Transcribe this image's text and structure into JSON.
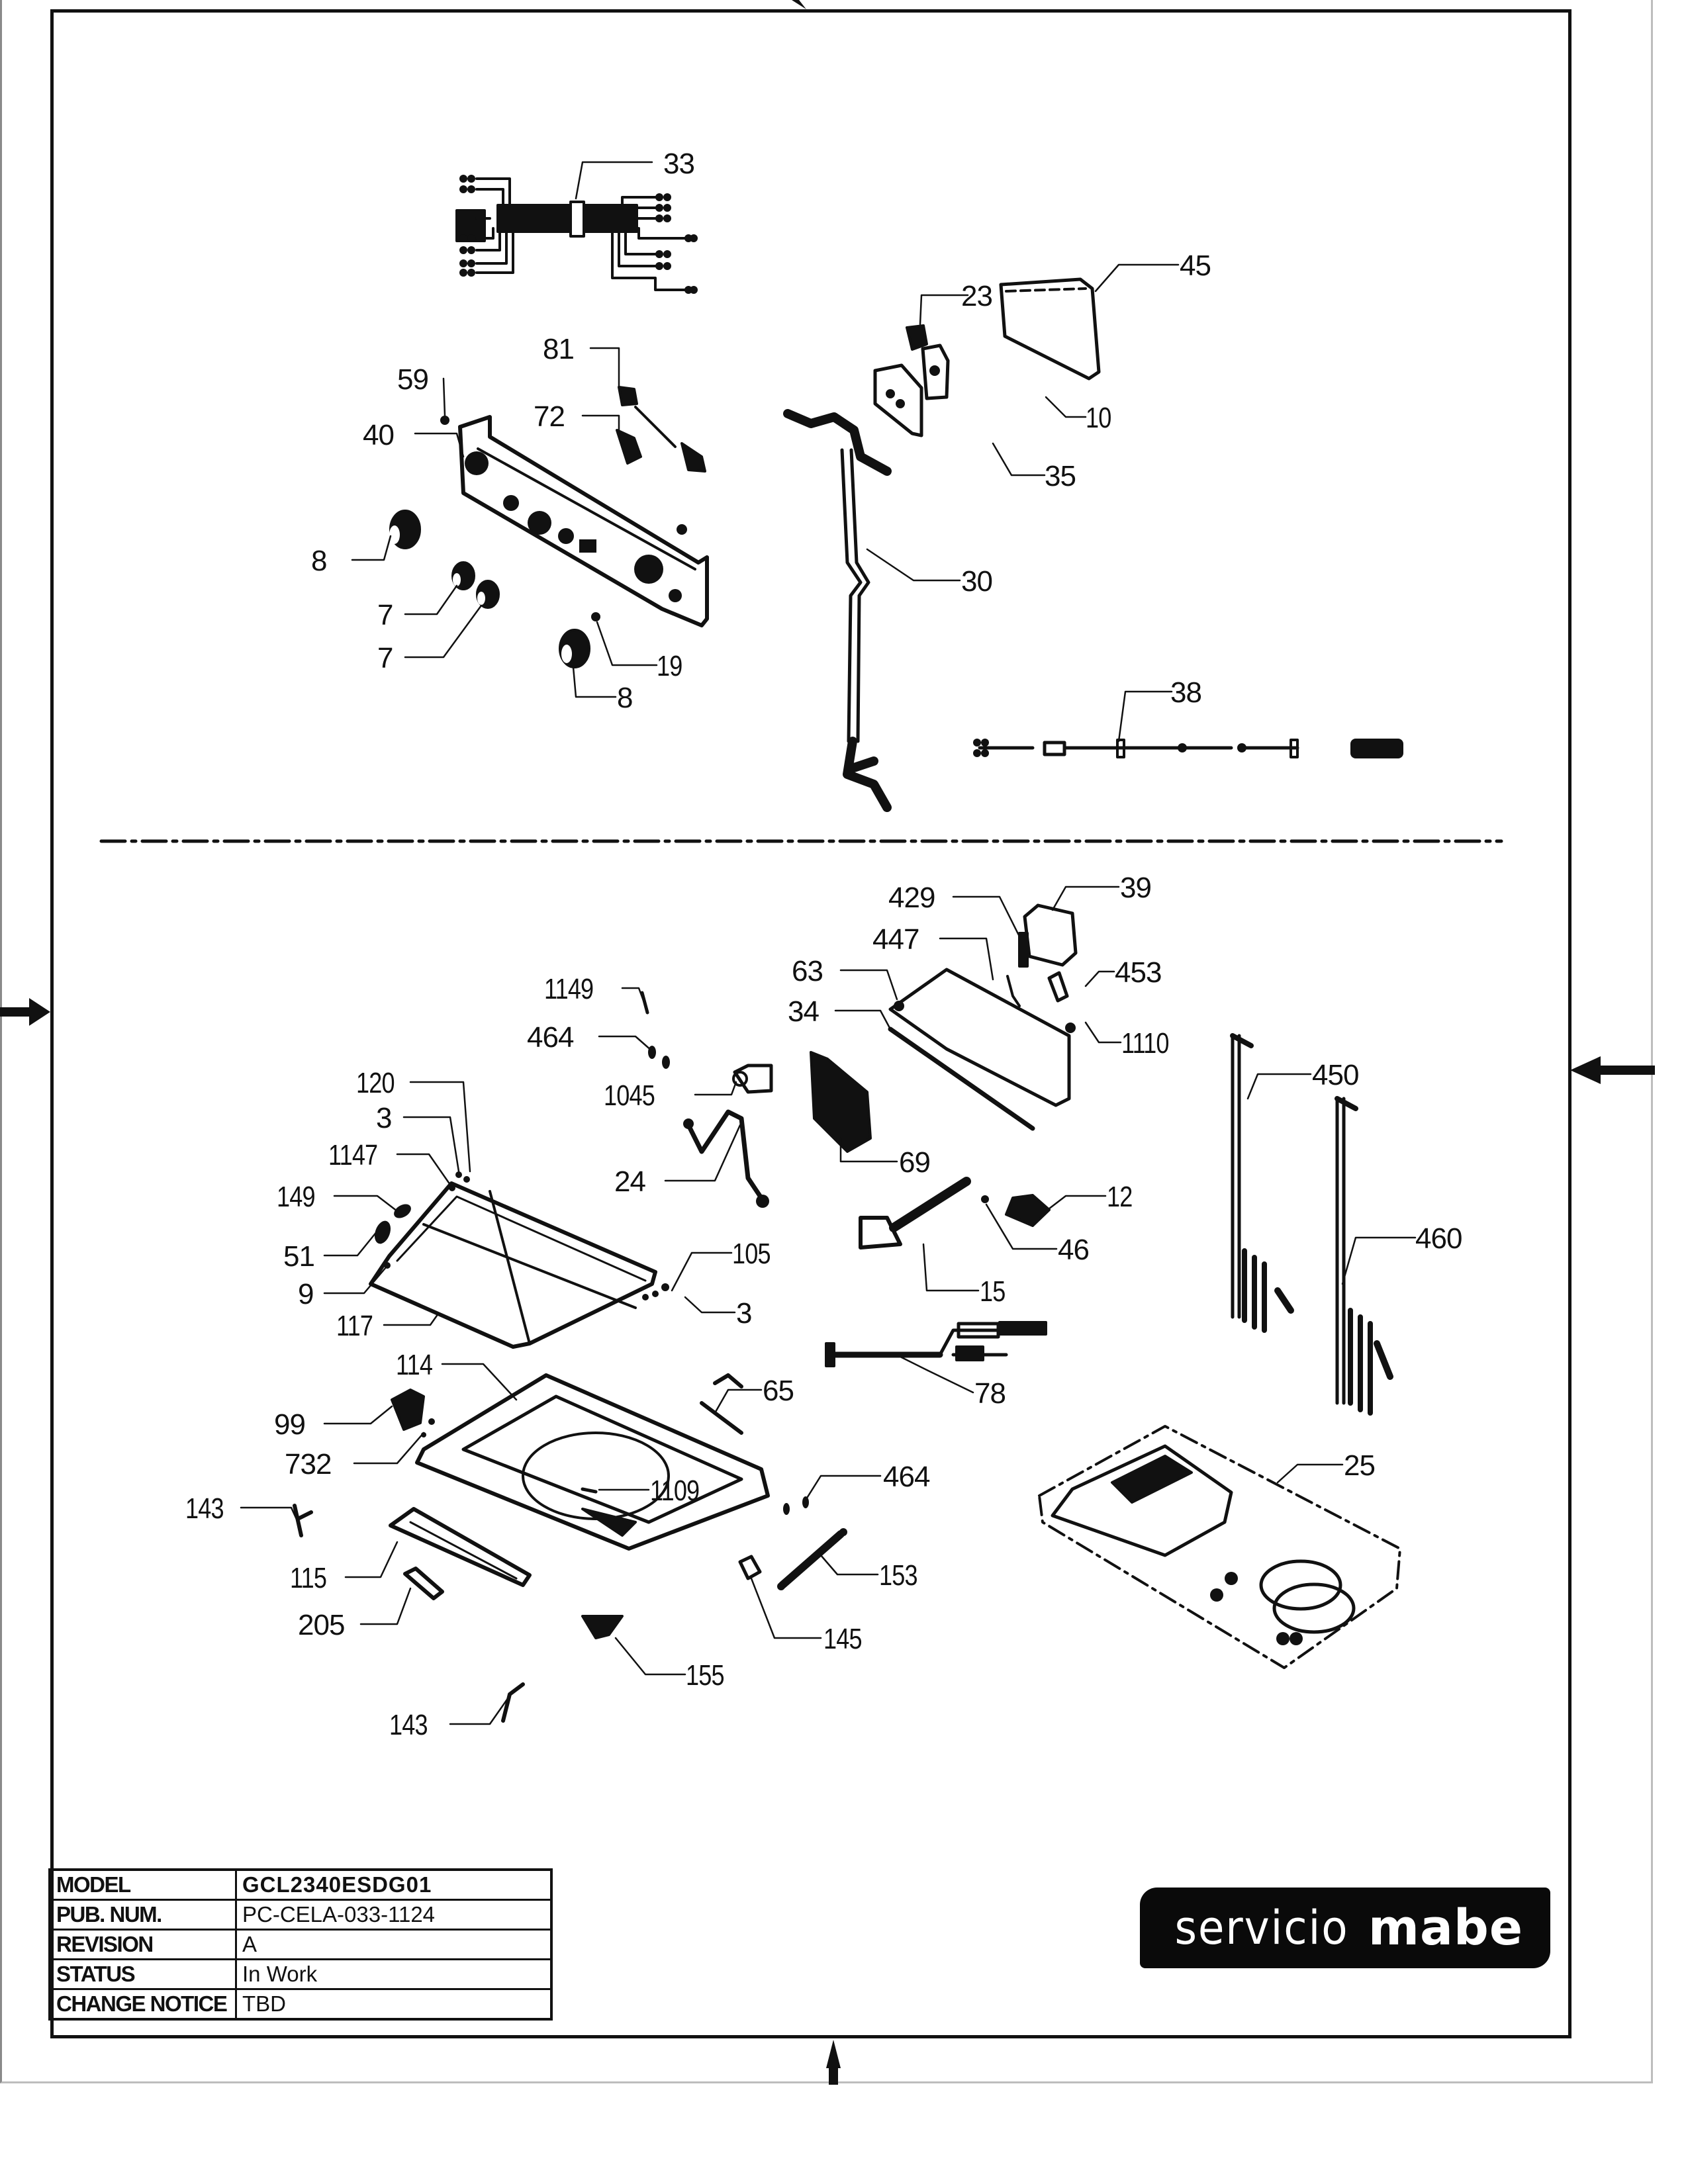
{
  "document": {
    "type": "exploded parts diagram",
    "section_divider": "dash-dot line separating control panel group (top) from lid/top-cover group (bottom)"
  },
  "callouts_top": [
    {
      "id": "c33",
      "label": "33",
      "part": "wire-harness-icon"
    },
    {
      "id": "c45",
      "label": "45",
      "part": "panel-cover-icon"
    },
    {
      "id": "c23",
      "label": "23",
      "part": "connector-icon"
    },
    {
      "id": "c81",
      "label": "81",
      "part": "switch-icon"
    },
    {
      "id": "c59",
      "label": "59",
      "part": "screw-icon"
    },
    {
      "id": "c72",
      "label": "72",
      "part": "switch-icon"
    },
    {
      "id": "c40",
      "label": "40",
      "part": "control-panel-icon"
    },
    {
      "id": "c10",
      "label": "10",
      "part": "timer-icon"
    },
    {
      "id": "c35",
      "label": "35",
      "part": "bracket-icon"
    },
    {
      "id": "c8a",
      "label": "8",
      "part": "knob-icon"
    },
    {
      "id": "c30",
      "label": "30",
      "part": "hose-icon"
    },
    {
      "id": "c7a",
      "label": "7",
      "part": "knob-icon"
    },
    {
      "id": "c7b",
      "label": "7",
      "part": "knob-icon"
    },
    {
      "id": "c19",
      "label": "19",
      "part": "screw-icon"
    },
    {
      "id": "c8b",
      "label": "8",
      "part": "knob-icon"
    },
    {
      "id": "c38",
      "label": "38",
      "part": "wire-harness-icon"
    }
  ],
  "callouts_bottom": [
    {
      "id": "c39",
      "label": "39",
      "part": "control-box-icon"
    },
    {
      "id": "c429",
      "label": "429",
      "part": "spring-icon"
    },
    {
      "id": "c447",
      "label": "447",
      "part": "wire-icon"
    },
    {
      "id": "c63",
      "label": "63",
      "part": "grommet-icon"
    },
    {
      "id": "c453",
      "label": "453",
      "part": "bracket-icon"
    },
    {
      "id": "c1149",
      "label": "1149",
      "part": "screw-icon"
    },
    {
      "id": "c34",
      "label": "34",
      "part": "housing-icon"
    },
    {
      "id": "c464a",
      "label": "464",
      "part": "screw-icon"
    },
    {
      "id": "c1110",
      "label": "1110",
      "part": "clip-icon"
    },
    {
      "id": "c450",
      "label": "450",
      "part": "heater-element-icon"
    },
    {
      "id": "c120",
      "label": "120",
      "part": "gasket-icon"
    },
    {
      "id": "c1045",
      "label": "1045",
      "part": "latch-icon"
    },
    {
      "id": "c3a",
      "label": "3",
      "part": "screw-icon"
    },
    {
      "id": "c1147",
      "label": "1147",
      "part": "screw-icon"
    },
    {
      "id": "c69",
      "label": "69",
      "part": "circuit-board-icon"
    },
    {
      "id": "c24",
      "label": "24",
      "part": "wire-harness-icon"
    },
    {
      "id": "c12",
      "label": "12",
      "part": "lid-switch-icon"
    },
    {
      "id": "c149",
      "label": "149",
      "part": "bumper-icon"
    },
    {
      "id": "c460",
      "label": "460",
      "part": "heater-element-icon"
    },
    {
      "id": "c46",
      "label": "46",
      "part": "screw-icon"
    },
    {
      "id": "c105",
      "label": "105",
      "part": "hinge-icon"
    },
    {
      "id": "c51",
      "label": "51",
      "part": "handle-icon"
    },
    {
      "id": "c15",
      "label": "15",
      "part": "dispenser-icon"
    },
    {
      "id": "c9",
      "label": "9",
      "part": "screw-icon"
    },
    {
      "id": "c3b",
      "label": "3",
      "part": "screw-icon"
    },
    {
      "id": "c117",
      "label": "117",
      "part": "lid-icon"
    },
    {
      "id": "c114",
      "label": "114",
      "part": "top-cover-icon"
    },
    {
      "id": "c78",
      "label": "78",
      "part": "wire-harness-icon"
    },
    {
      "id": "c65",
      "label": "65",
      "part": "hose-icon"
    },
    {
      "id": "c99",
      "label": "99",
      "part": "valve-icon"
    },
    {
      "id": "c732",
      "label": "732",
      "part": "screw-icon"
    },
    {
      "id": "c25",
      "label": "25",
      "part": "kit-box-icon"
    },
    {
      "id": "c464b",
      "label": "464",
      "part": "screw-icon"
    },
    {
      "id": "c1109",
      "label": "1109",
      "part": "screw-icon"
    },
    {
      "id": "c143a",
      "label": "143",
      "part": "bracket-icon"
    },
    {
      "id": "c115",
      "label": "115",
      "part": "hose-channel-icon"
    },
    {
      "id": "c153",
      "label": "153",
      "part": "damper-icon"
    },
    {
      "id": "c205",
      "label": "205",
      "part": "pad-icon"
    },
    {
      "id": "c145",
      "label": "145",
      "part": "clip-icon"
    },
    {
      "id": "c155",
      "label": "155",
      "part": "bumper-icon"
    },
    {
      "id": "c143b",
      "label": "143",
      "part": "bracket-icon"
    }
  ],
  "title_block": [
    {
      "key": "MODEL",
      "value": "GCL2340ESDG01"
    },
    {
      "key": "PUB. NUM.",
      "value": "PC-CELA-033-1124"
    },
    {
      "key": "REVISION",
      "value": "A"
    },
    {
      "key": "STATUS",
      "value": "In Work"
    },
    {
      "key": "CHANGE NOTICE",
      "value": "TBD"
    }
  ],
  "logo": {
    "light": "servicio",
    "bold": "mabe"
  },
  "colors": {
    "ink": "#111111",
    "paper": "#ffffff",
    "logo_bg": "#0a0a0a",
    "logo_text": "#ffffff"
  }
}
